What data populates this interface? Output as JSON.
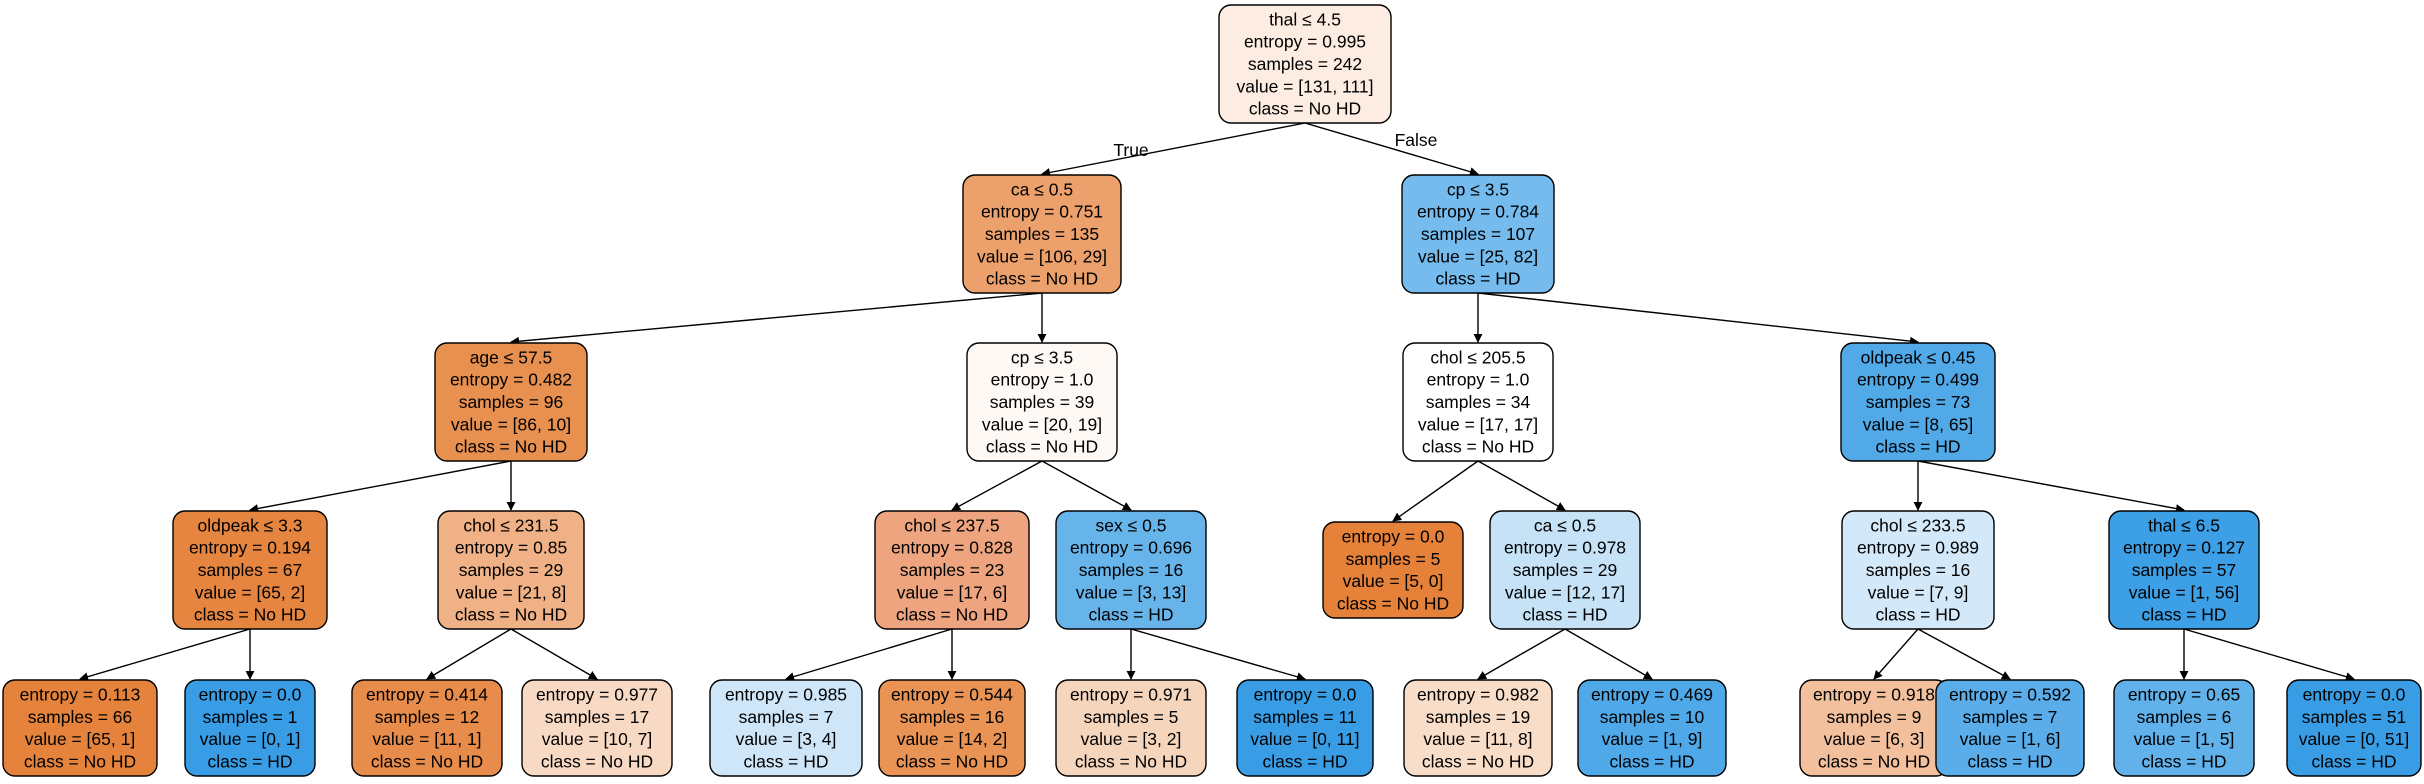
{
  "edge_labels": {
    "true": "True",
    "false": "False"
  },
  "nodes": [
    {
      "id": "n0",
      "lines": [
        "thal ≤ 4.5",
        "entropy = 0.995",
        "samples = 242",
        "value = [131, 111]",
        "class = No HD"
      ],
      "fill": "#fcece1"
    },
    {
      "id": "n1",
      "lines": [
        "ca ≤ 0.5",
        "entropy = 0.751",
        "samples = 135",
        "value = [106, 29]",
        "class = No HD"
      ],
      "fill": "#eca16c"
    },
    {
      "id": "n2",
      "lines": [
        "cp ≤ 3.5",
        "entropy = 0.784",
        "samples = 107",
        "value = [25, 82]",
        "class = HD"
      ],
      "fill": "#75bbed"
    },
    {
      "id": "n3",
      "lines": [
        "age ≤ 57.5",
        "entropy = 0.482",
        "samples = 96",
        "value = [86, 10]",
        "class = No HD"
      ],
      "fill": "#e89050"
    },
    {
      "id": "n4",
      "lines": [
        "cp ≤ 3.5",
        "entropy = 1.0",
        "samples = 39",
        "value = [20, 19]",
        "class = No HD"
      ],
      "fill": "#fef9f5"
    },
    {
      "id": "n5",
      "lines": [
        "chol ≤ 205.5",
        "entropy = 1.0",
        "samples = 34",
        "value = [17, 17]",
        "class = No HD"
      ],
      "fill": "#ffffff"
    },
    {
      "id": "n6",
      "lines": [
        "oldpeak ≤ 0.45",
        "entropy = 0.499",
        "samples = 73",
        "value = [8, 65]",
        "class = HD"
      ],
      "fill": "#51a9e8"
    },
    {
      "id": "n7",
      "lines": [
        "oldpeak ≤ 3.3",
        "entropy = 0.194",
        "samples = 67",
        "value = [65, 2]",
        "class = No HD"
      ],
      "fill": "#e6853f"
    },
    {
      "id": "n8",
      "lines": [
        "chol ≤ 231.5",
        "entropy = 0.85",
        "samples = 29",
        "value = [21, 8]",
        "class = No HD"
      ],
      "fill": "#efb185"
    },
    {
      "id": "n9",
      "lines": [
        "chol ≤ 237.5",
        "entropy = 0.828",
        "samples = 23",
        "value = [17, 6]",
        "class = No HD"
      ],
      "fill": "#eea57f"
    },
    {
      "id": "n10",
      "lines": [
        "sex ≤ 0.5",
        "entropy = 0.696",
        "samples = 16",
        "value = [3, 13]",
        "class = HD"
      ],
      "fill": "#67b4eb"
    },
    {
      "id": "n11",
      "lines": [
        "entropy = 0.0",
        "samples = 5",
        "value = [5, 0]",
        "class = No HD"
      ],
      "fill": "#e58139"
    },
    {
      "id": "n12",
      "lines": [
        "ca ≤ 0.5",
        "entropy = 0.978",
        "samples = 29",
        "value = [12, 17]",
        "class = HD"
      ],
      "fill": "#c5e2f7"
    },
    {
      "id": "n13",
      "lines": [
        "chol ≤ 233.5",
        "entropy = 0.989",
        "samples = 16",
        "value = [7, 9]",
        "class = HD"
      ],
      "fill": "#d3e9f9"
    },
    {
      "id": "n14",
      "lines": [
        "thal ≤ 6.5",
        "entropy = 0.127",
        "samples = 57",
        "value = [1, 56]",
        "class = HD"
      ],
      "fill": "#3d9fe5"
    },
    {
      "id": "n15",
      "lines": [
        "entropy = 0.113",
        "samples = 66",
        "value = [65, 1]",
        "class = No HD"
      ],
      "fill": "#e5833c"
    },
    {
      "id": "n16",
      "lines": [
        "entropy = 0.0",
        "samples = 1",
        "value = [0, 1]",
        "class = HD"
      ],
      "fill": "#399de5"
    },
    {
      "id": "n17",
      "lines": [
        "entropy = 0.414",
        "samples = 12",
        "value = [11, 1]",
        "class = No HD"
      ],
      "fill": "#e78c4b"
    },
    {
      "id": "n18",
      "lines": [
        "entropy = 0.977",
        "samples = 17",
        "value = [10, 7]",
        "class = No HD"
      ],
      "fill": "#f8d9c4"
    },
    {
      "id": "n19",
      "lines": [
        "entropy = 0.985",
        "samples = 7",
        "value = [3, 4]",
        "class = HD"
      ],
      "fill": "#cee6f8"
    },
    {
      "id": "n20",
      "lines": [
        "entropy = 0.544",
        "samples = 16",
        "value = [14, 2]",
        "class = No HD"
      ],
      "fill": "#e99355"
    },
    {
      "id": "n21",
      "lines": [
        "entropy = 0.971",
        "samples = 5",
        "value = [3, 2]",
        "class = No HD"
      ],
      "fill": "#f6d5bd"
    },
    {
      "id": "n22",
      "lines": [
        "entropy = 0.0",
        "samples = 11",
        "value = [0, 11]",
        "class = HD"
      ],
      "fill": "#399de5"
    },
    {
      "id": "n23",
      "lines": [
        "entropy = 0.982",
        "samples = 19",
        "value = [11, 8]",
        "class = No HD"
      ],
      "fill": "#f8ddc9"
    },
    {
      "id": "n24",
      "lines": [
        "entropy = 0.469",
        "samples = 10",
        "value = [1, 9]",
        "class = HD"
      ],
      "fill": "#4fa8e8"
    },
    {
      "id": "n25",
      "lines": [
        "entropy = 0.918",
        "samples = 9",
        "value = [6, 3]",
        "class = No HD"
      ],
      "fill": "#f2c09c"
    },
    {
      "id": "n26",
      "lines": [
        "entropy = 0.592",
        "samples = 7",
        "value = [1, 6]",
        "class = HD"
      ],
      "fill": "#5aade9"
    },
    {
      "id": "n27",
      "lines": [
        "entropy = 0.65",
        "samples = 6",
        "value = [1, 5]",
        "class = HD"
      ],
      "fill": "#61b1ea"
    },
    {
      "id": "n28",
      "lines": [
        "entropy = 0.0",
        "samples = 51",
        "value = [0, 51]",
        "class = HD"
      ],
      "fill": "#399de5"
    }
  ],
  "edges": [
    [
      "n0",
      "n1"
    ],
    [
      "n0",
      "n2"
    ],
    [
      "n1",
      "n3"
    ],
    [
      "n1",
      "n4"
    ],
    [
      "n2",
      "n5"
    ],
    [
      "n2",
      "n6"
    ],
    [
      "n3",
      "n7"
    ],
    [
      "n3",
      "n8"
    ],
    [
      "n4",
      "n9"
    ],
    [
      "n4",
      "n10"
    ],
    [
      "n5",
      "n11"
    ],
    [
      "n5",
      "n12"
    ],
    [
      "n6",
      "n13"
    ],
    [
      "n6",
      "n14"
    ],
    [
      "n7",
      "n15"
    ],
    [
      "n7",
      "n16"
    ],
    [
      "n8",
      "n17"
    ],
    [
      "n8",
      "n18"
    ],
    [
      "n9",
      "n19"
    ],
    [
      "n9",
      "n20"
    ],
    [
      "n10",
      "n21"
    ],
    [
      "n10",
      "n22"
    ],
    [
      "n12",
      "n23"
    ],
    [
      "n12",
      "n24"
    ],
    [
      "n13",
      "n25"
    ],
    [
      "n13",
      "n26"
    ],
    [
      "n14",
      "n27"
    ],
    [
      "n14",
      "n28"
    ]
  ]
}
